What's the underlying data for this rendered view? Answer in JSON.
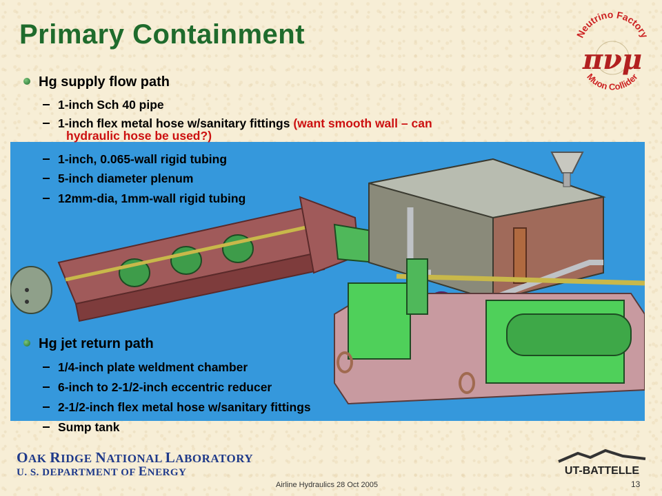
{
  "slide": {
    "title": "Primary Containment",
    "page_number": "13",
    "footer_event": "Airline Hydraulics 28 Oct 2005"
  },
  "footer": {
    "lab_line": [
      "O",
      "AK ",
      "R",
      "IDGE ",
      "N",
      "ATIONAL ",
      "L",
      "ABORATORY"
    ],
    "doe_line": [
      "U. S. D",
      "EPARTMENT OF ",
      "E",
      "NERGY"
    ]
  },
  "supply": {
    "heading": "Hg supply flow path",
    "items": [
      {
        "text": "1-inch Sch 40 pipe"
      },
      {
        "text": "1-inch flex metal hose w/sanitary fittings ",
        "note_line1": "(want smooth wall – can",
        "note_line2": "hydraulic hose be used?)"
      },
      {
        "text": "1-inch, 0.065-wall rigid tubing"
      },
      {
        "text": "5-inch diameter plenum"
      },
      {
        "text": "12mm-dia, 1mm-wall rigid tubing"
      }
    ]
  },
  "return": {
    "heading": "Hg jet return path",
    "items": [
      "1/4-inch plate weldment chamber",
      "6-inch to 2-1/2-inch eccentric reducer",
      "2-1/2-inch flex metal hose w/sanitary fittings",
      "Sump tank"
    ]
  },
  "logos": {
    "neutrino": {
      "top_text": "Neutrino Factory",
      "bottom_text": "Muon Collider",
      "glyphs": "πνμ"
    },
    "ut_battelle": {
      "text": "UT-BATTELLE"
    }
  },
  "colors": {
    "title_green": "#1f6b2c",
    "note_red": "#cc1010",
    "footer_blue": "#1f3a8a",
    "graphic_bg": "#3598dc"
  }
}
